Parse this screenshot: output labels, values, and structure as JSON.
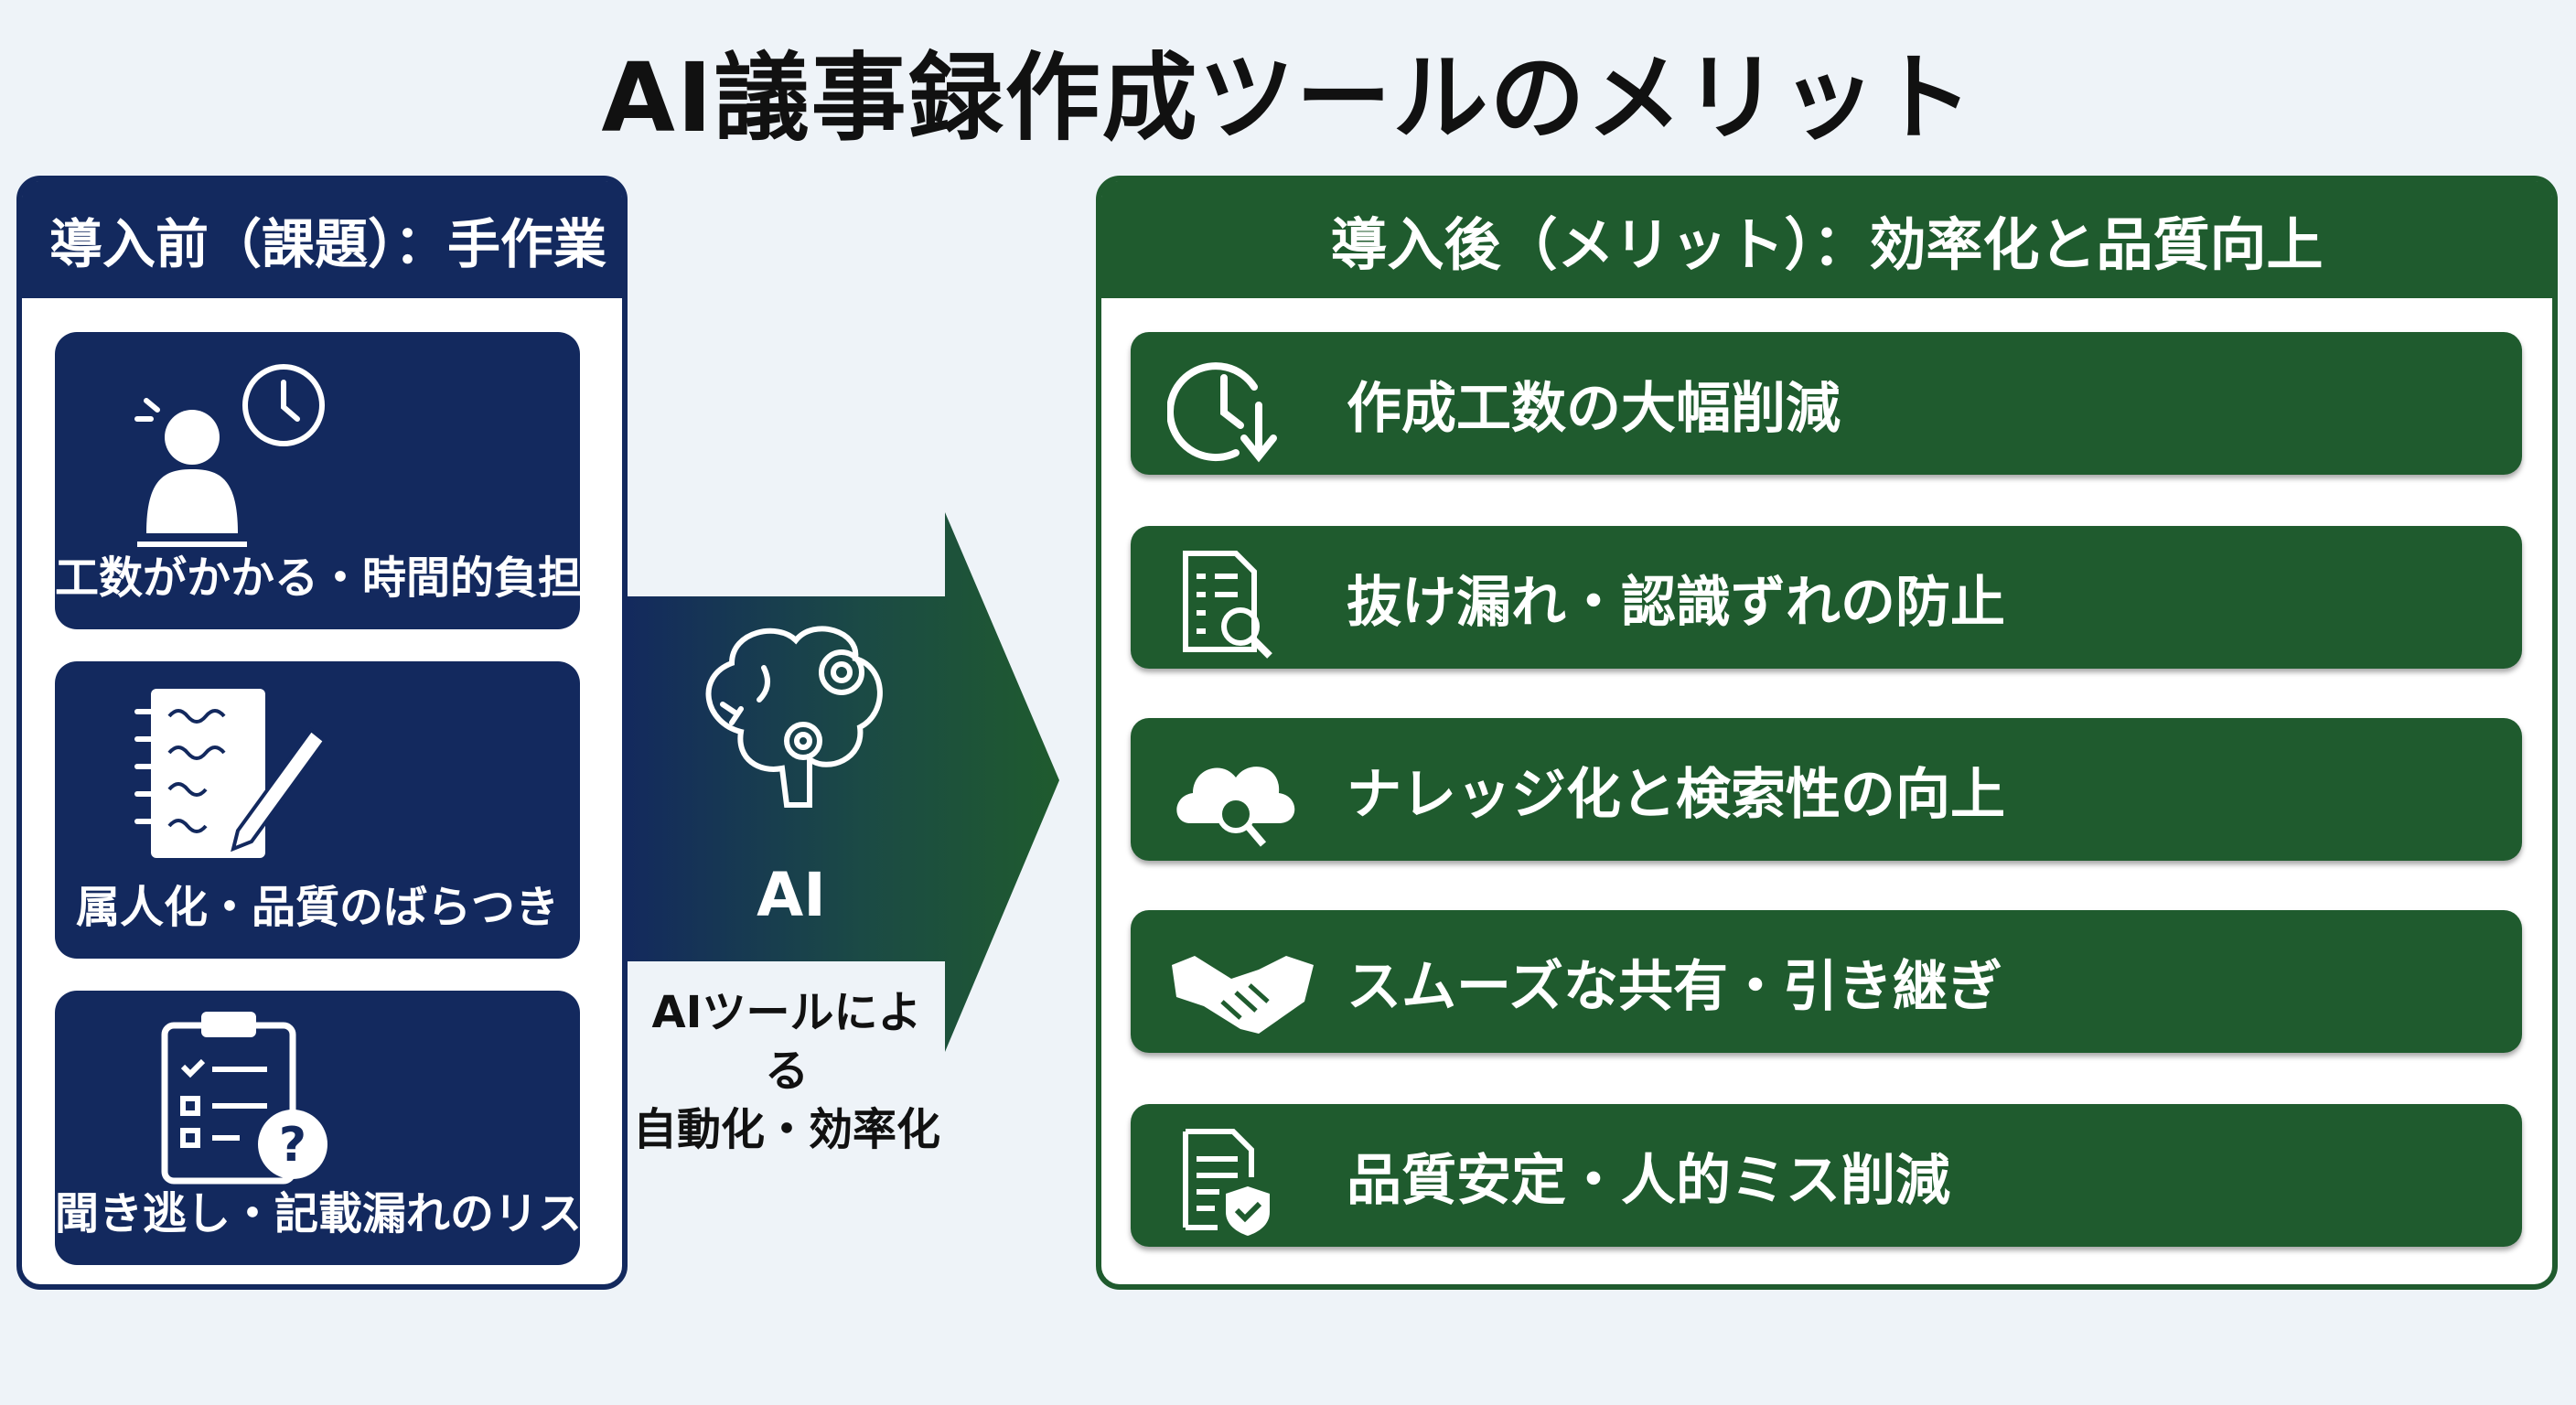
{
  "title": "AI議事録作成ツールのメリット",
  "colors": {
    "navy": "#13295e",
    "green": "#1f5b2e",
    "background": "#eef3f8"
  },
  "before": {
    "heading": "導入前（課題）：手作業",
    "items": [
      {
        "label": "工数がかかる・時間的負担",
        "icon": "stressed-person-clock-icon"
      },
      {
        "label": "属人化・品質のばらつき",
        "icon": "handwritten-notes-pen-icon"
      },
      {
        "label": "聞き逃し・記載漏れのリスク",
        "icon": "clipboard-question-icon"
      }
    ]
  },
  "transition": {
    "icon": "brain-gears-icon",
    "label": "AI",
    "caption_line1": "AIツールによる",
    "caption_line2": "自動化・効率化"
  },
  "after": {
    "heading": "導入後（メリット）：効率化と品質向上",
    "items": [
      {
        "label": "作成工数の大幅削減",
        "icon": "clock-down-arrow-icon"
      },
      {
        "label": "抜け漏れ・認識ずれの防止",
        "icon": "document-search-icon"
      },
      {
        "label": "ナレッジ化と検索性の向上",
        "icon": "cloud-search-icon"
      },
      {
        "label": "スムーズな共有・引き継ぎ",
        "icon": "handshake-icon"
      },
      {
        "label": "品質安定・人的ミス削減",
        "icon": "document-shield-check-icon"
      }
    ]
  }
}
